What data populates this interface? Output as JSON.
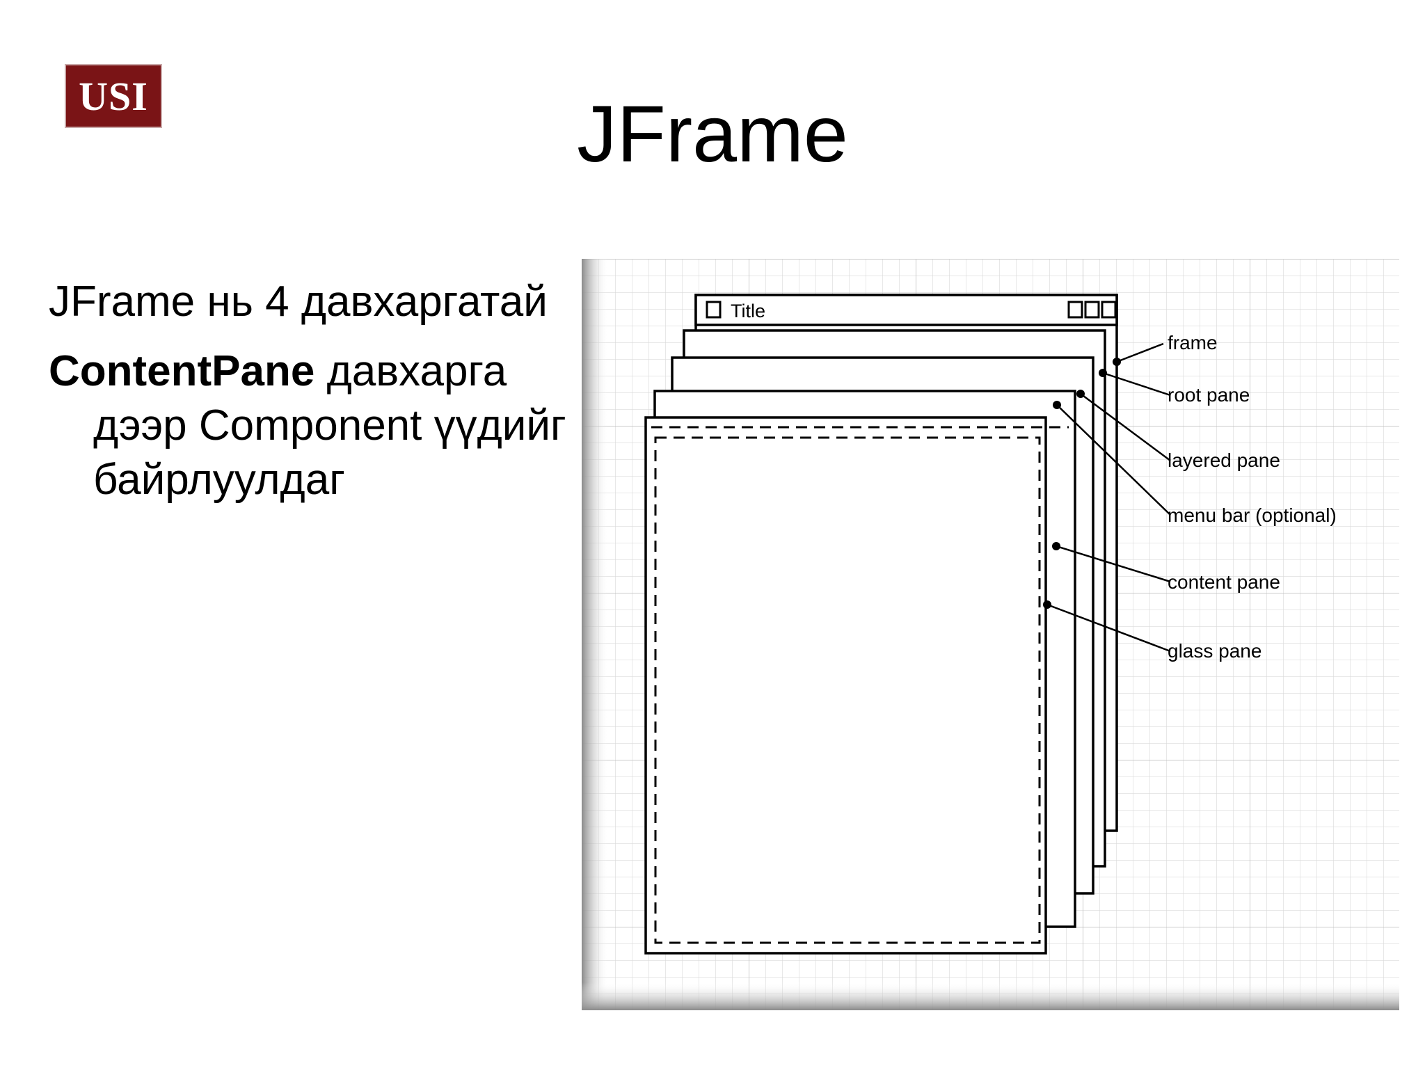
{
  "logo": {
    "text": "USI",
    "color": "#7a1416"
  },
  "slide": {
    "title": "JFrame"
  },
  "bullets": [
    {
      "text": "JFrame нь 4 давхаргатай"
    },
    {
      "bold": "ContentPane",
      "text": " давхарга дээр Component үүдийг  байрлуулдаг"
    }
  ],
  "diagram": {
    "window_title": "Title",
    "labels": {
      "frame": "frame",
      "root_pane": "root pane",
      "layered_pane": "layered pane",
      "menu_bar": "menu bar (optional)",
      "content_pane": "content pane",
      "glass_pane": "glass pane"
    }
  }
}
